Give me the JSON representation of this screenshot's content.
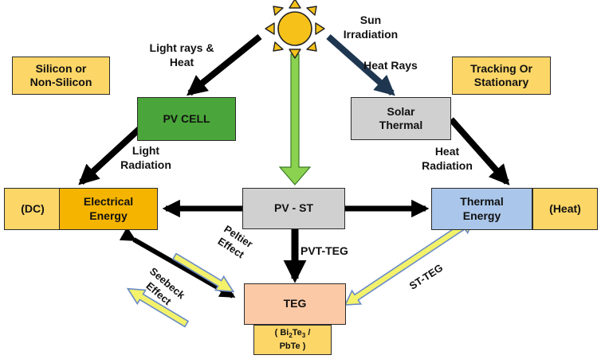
{
  "colors": {
    "yellow_box": "#fcd667",
    "green_box": "#4aa63a",
    "grey_box": "#d0d0d0",
    "orange_box": "#f5b400",
    "blue_box": "#aac6ea",
    "teg_box": "#fbc9a6",
    "green_arrow": "#8ad24f",
    "yellow_arrow": "#f3f26a",
    "black_arrow": "#000000",
    "navy_arrow": "#1f3650"
  },
  "boxes": {
    "silicon": "Silicon or Non-Silicon",
    "pv_cell": "PV CELL",
    "solar_thermal": "Solar Thermal",
    "tracking": "Tracking Or Stationary",
    "dc": "(DC)",
    "electrical": "Electrical Energy",
    "pv_st": "PV - ST",
    "thermal": "Thermal Energy",
    "heat": "(Heat)",
    "teg": "TEG",
    "teg_material_1": "( Bi",
    "teg_material_sub1": "2",
    "teg_material_2": "Te",
    "teg_material_sub2": "3",
    "teg_material_3": "/",
    "teg_material_4": "PbTe )"
  },
  "labels": {
    "light_heat": "Light rays & Heat",
    "sun_irradiation": "Sun Irradiation",
    "heat_rays": "Heat Rays",
    "light_radiation": "Light Radiation",
    "heat_radiation": "Heat Radiation",
    "peltier": "Peltier Effect",
    "seebeck": "Seebeck Effect",
    "pvt_teg": "PVT-TEG",
    "st_teg": "ST-TEG"
  },
  "icons": {
    "sun": "sun-icon"
  }
}
